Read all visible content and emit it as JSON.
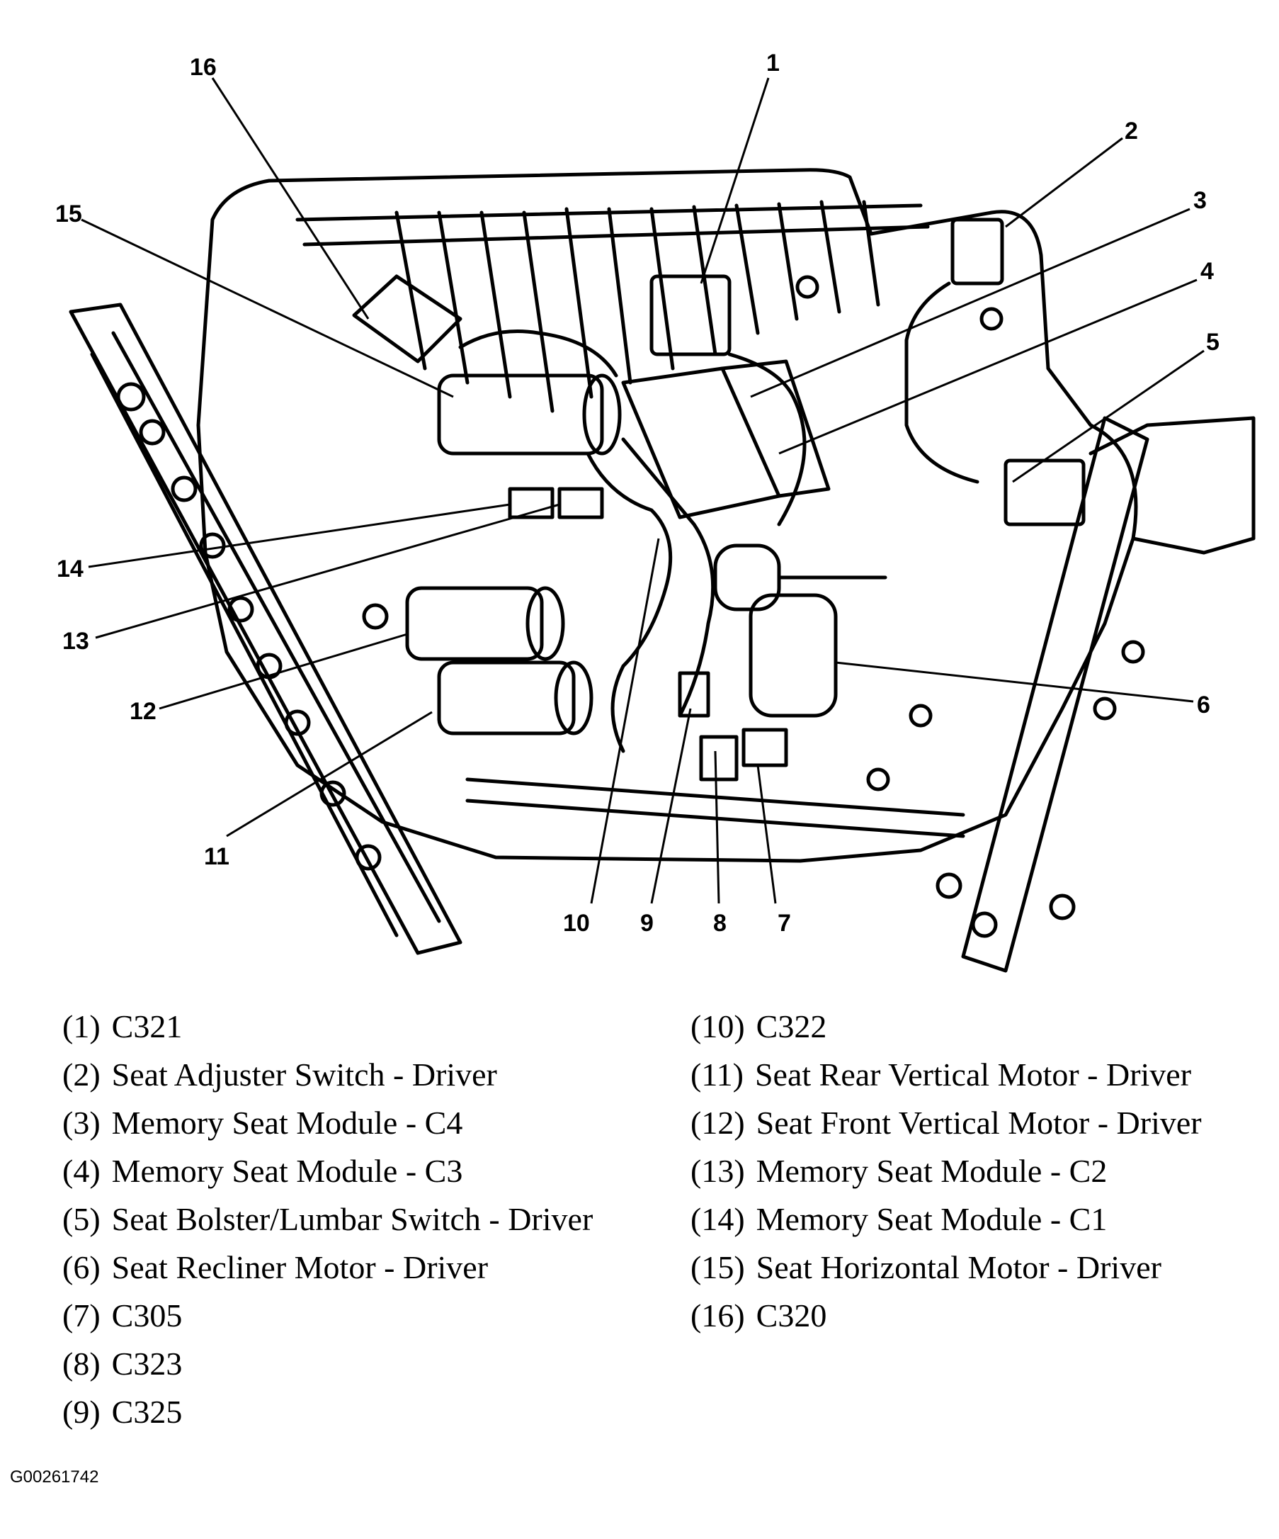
{
  "callouts": [
    "1",
    "2",
    "3",
    "4",
    "5",
    "6",
    "7",
    "8",
    "9",
    "10",
    "11",
    "12",
    "13",
    "14",
    "15",
    "16"
  ],
  "legend_left": [
    {
      "num": "(1)",
      "text": "C321"
    },
    {
      "num": "(2)",
      "text": "Seat Adjuster Switch - Driver"
    },
    {
      "num": "(3)",
      "text": "Memory Seat Module - C4"
    },
    {
      "num": "(4)",
      "text": "Memory Seat Module - C3"
    },
    {
      "num": "(5)",
      "text": "Seat Bolster/Lumbar Switch - Driver"
    },
    {
      "num": "(6)",
      "text": "Seat Recliner Motor - Driver"
    },
    {
      "num": "(7)",
      "text": "C305"
    },
    {
      "num": "(8)",
      "text": "C323"
    },
    {
      "num": "(9)",
      "text": "C325"
    }
  ],
  "legend_right": [
    {
      "num": "(10)",
      "text": "C322"
    },
    {
      "num": "(11)",
      "text": "Seat Rear Vertical Motor - Driver"
    },
    {
      "num": "(12)",
      "text": "Seat Front Vertical Motor - Driver"
    },
    {
      "num": "(13)",
      "text": "Memory Seat Module - C2"
    },
    {
      "num": "(14)",
      "text": "Memory Seat Module - C1"
    },
    {
      "num": "(15)",
      "text": "Seat Horizontal Motor - Driver"
    },
    {
      "num": "(16)",
      "text": "C320"
    }
  ],
  "figure_id": "G00261742"
}
